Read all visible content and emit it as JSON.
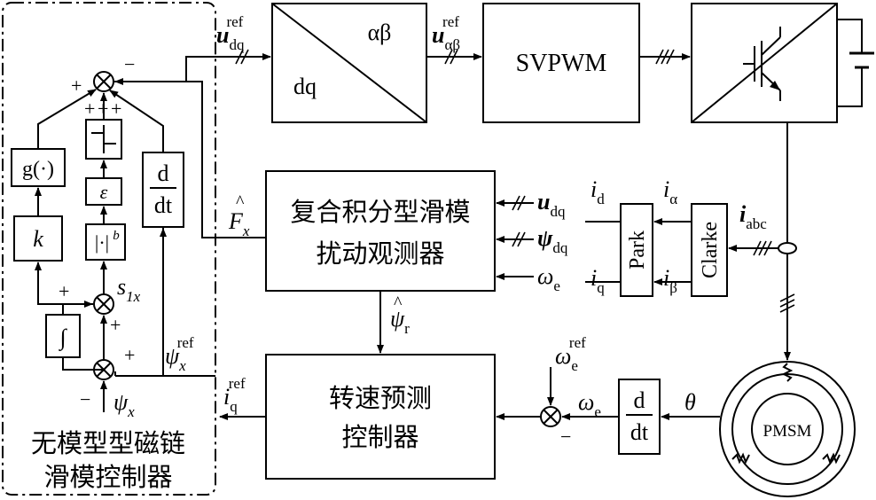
{
  "blocks": {
    "dq_ab": {
      "top": "αβ",
      "bottom": "dq"
    },
    "svpwm": "SVPWM",
    "observer": {
      "line1": "复合积分型滑模",
      "line2": "扰动观测器"
    },
    "speed": {
      "line1": "转速预测",
      "line2": "控制器"
    },
    "fluxctl": {
      "line1": "无模型型磁链",
      "line2": "滑模控制器"
    },
    "park": "Park",
    "clarke": "Clarke",
    "pmsm": "PMSM",
    "g": "g(·)",
    "k": "k",
    "eps": "ε",
    "absb": "|·|",
    "absb_exp": "b",
    "integ": "∫",
    "deriv": {
      "num": "d",
      "den": "dt"
    },
    "deriv2": {
      "num": "d",
      "den": "dt"
    }
  },
  "signals": {
    "udq_ref": {
      "base": "u",
      "sub": "dq",
      "sup": "ref"
    },
    "uab_ref": {
      "base": "u",
      "sub": "αβ",
      "sup": "ref"
    },
    "fx": {
      "base": "F",
      "sub": "x",
      "hat": "^"
    },
    "udq": {
      "base": "u",
      "sub": "dq"
    },
    "psidq": {
      "base": "ψ",
      "sub": "dq"
    },
    "we_obs": {
      "base": "ω",
      "sub": "e"
    },
    "id": {
      "base": "i",
      "sub": "d"
    },
    "iq": {
      "base": "i",
      "sub": "q"
    },
    "ialpha": {
      "base": "i",
      "sub": "α"
    },
    "ibeta": {
      "base": "i",
      "sub": "β"
    },
    "iabc": {
      "base": "i",
      "sub": "abc"
    },
    "psir": {
      "base": "ψ",
      "sub": "r",
      "hat": "^"
    },
    "iq_ref": {
      "base": "i",
      "sub": "q",
      "sup": "ref"
    },
    "we_ref": {
      "base": "ω",
      "sub": "e",
      "sup": "ref"
    },
    "we": {
      "base": "ω",
      "sub": "e"
    },
    "theta": "θ",
    "psix_ref": {
      "base": "ψ",
      "sub": "x",
      "sup": "ref"
    },
    "psix": {
      "base": "ψ",
      "sub": "x"
    },
    "s1x": {
      "base": "s",
      "sub": "1x"
    }
  },
  "signs": {
    "plus": "+",
    "minus": "−"
  }
}
